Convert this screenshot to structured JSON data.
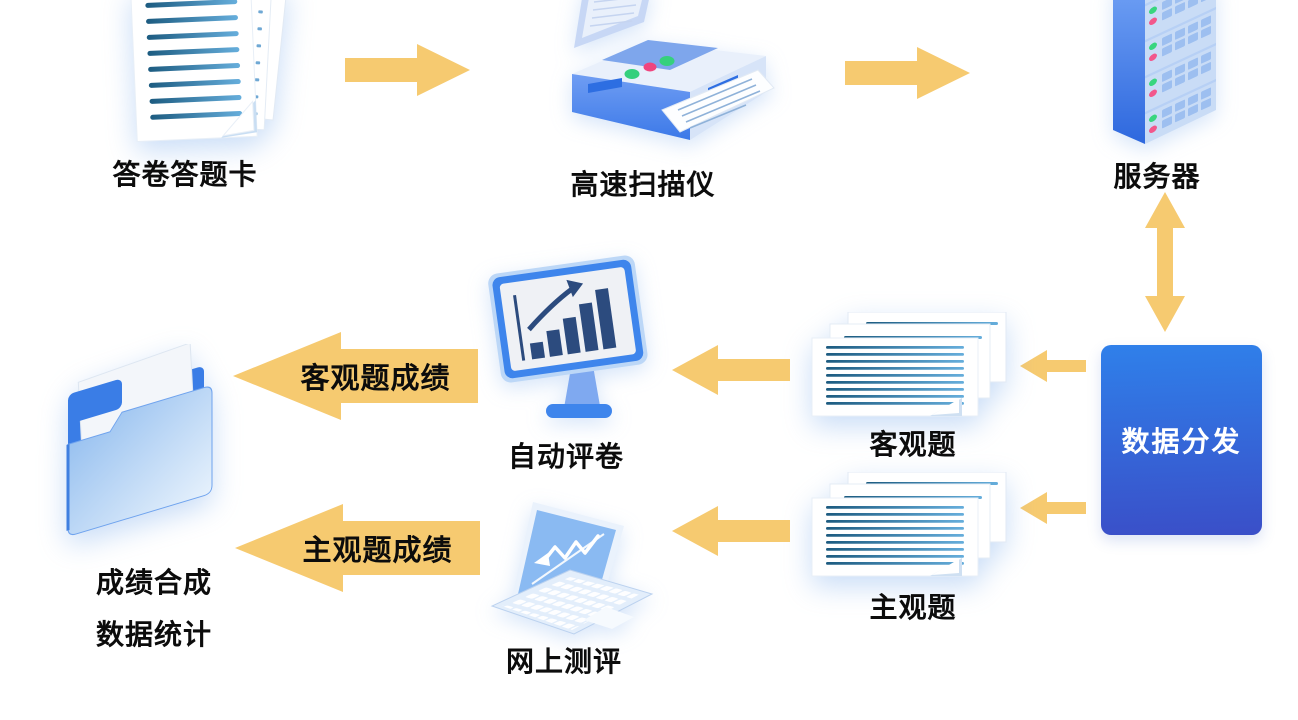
{
  "diagram": {
    "type": "flowchart",
    "background_color": "#FFFFFF",
    "accent_arrow_color": "#F6CA70",
    "nodes": {
      "answer_sheets": {
        "label": "答卷答题卡",
        "icon": "document-stack"
      },
      "scanner": {
        "label": "高速扫描仪",
        "icon": "high-speed-scanner"
      },
      "server": {
        "label": "服务器",
        "icon": "server-rack"
      },
      "data_dispatch": {
        "label": "数据分发",
        "shape": "rounded-rect",
        "color_top": "#2F80EA",
        "color_bottom": "#3A4FC8"
      },
      "objective_docs": {
        "label": "客观题",
        "icon": "document-stack"
      },
      "subjective_docs": {
        "label": "主观题",
        "icon": "document-stack"
      },
      "auto_grading": {
        "label": "自动评卷",
        "icon": "monitor-bar-chart"
      },
      "online_evaluation": {
        "label": "网上测评",
        "icon": "laptop-line-chart"
      },
      "results": {
        "label_line1": "成绩合成",
        "label_line2": "数据统计",
        "icon": "open-folder"
      }
    },
    "labeled_arrows": {
      "objective_score": {
        "label": "客观题成绩",
        "direction": "left"
      },
      "subjective_score": {
        "label": "主观题成绩",
        "direction": "left"
      }
    },
    "icon_colors": {
      "led_green": "#38D67F",
      "led_pink": "#F2578C",
      "icon_blue": "#3E85EC",
      "doc_line_dark": "#1C5B80",
      "doc_line_light": "#66AEDC"
    }
  }
}
